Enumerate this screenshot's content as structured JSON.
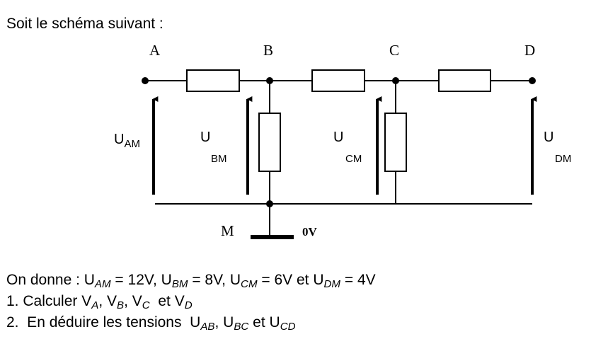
{
  "intro": "Soit le schéma suivant :",
  "nodes": {
    "A": "A",
    "B": "B",
    "C": "C",
    "D": "D",
    "M": "M",
    "ground": "0V"
  },
  "voltages": {
    "uam_main": "U",
    "uam_sub": "AM",
    "ubm_main": "U",
    "ubm_sub": "BM",
    "ucm_main": "U",
    "ucm_sub": "CM",
    "udm_main": "U",
    "udm_sub": "DM"
  },
  "given": {
    "prefix": "On donne : ",
    "uam": "U",
    "uam_sub": "AM",
    "uam_val": " = 12V, ",
    "ubm": "U",
    "ubm_sub": "BM",
    "ubm_val": " = 8V, ",
    "ucm": "U",
    "ucm_sub": "CM",
    "ucm_val": " = 6V et ",
    "udm": "U",
    "udm_sub": "DM",
    "udm_val": " = 4V"
  },
  "q1": {
    "label": "1.  Calculer ",
    "va": "V",
    "va_sub": "A",
    "sep1": ", ",
    "vb": "V",
    "vb_sub": "B",
    "sep2": ", ",
    "vc": "V",
    "vc_sub": "C",
    "sep3": "  et ",
    "vd": "V",
    "vd_sub": "D"
  },
  "q2": {
    "label": "2.  En déduire les tensions  ",
    "uab": "U",
    "uab_sub": "AB",
    "sep1": ", ",
    "ubc": "U",
    "ubc_sub": "BC",
    "sep2": " et ",
    "ucd": "U",
    "ucd_sub": "CD"
  }
}
